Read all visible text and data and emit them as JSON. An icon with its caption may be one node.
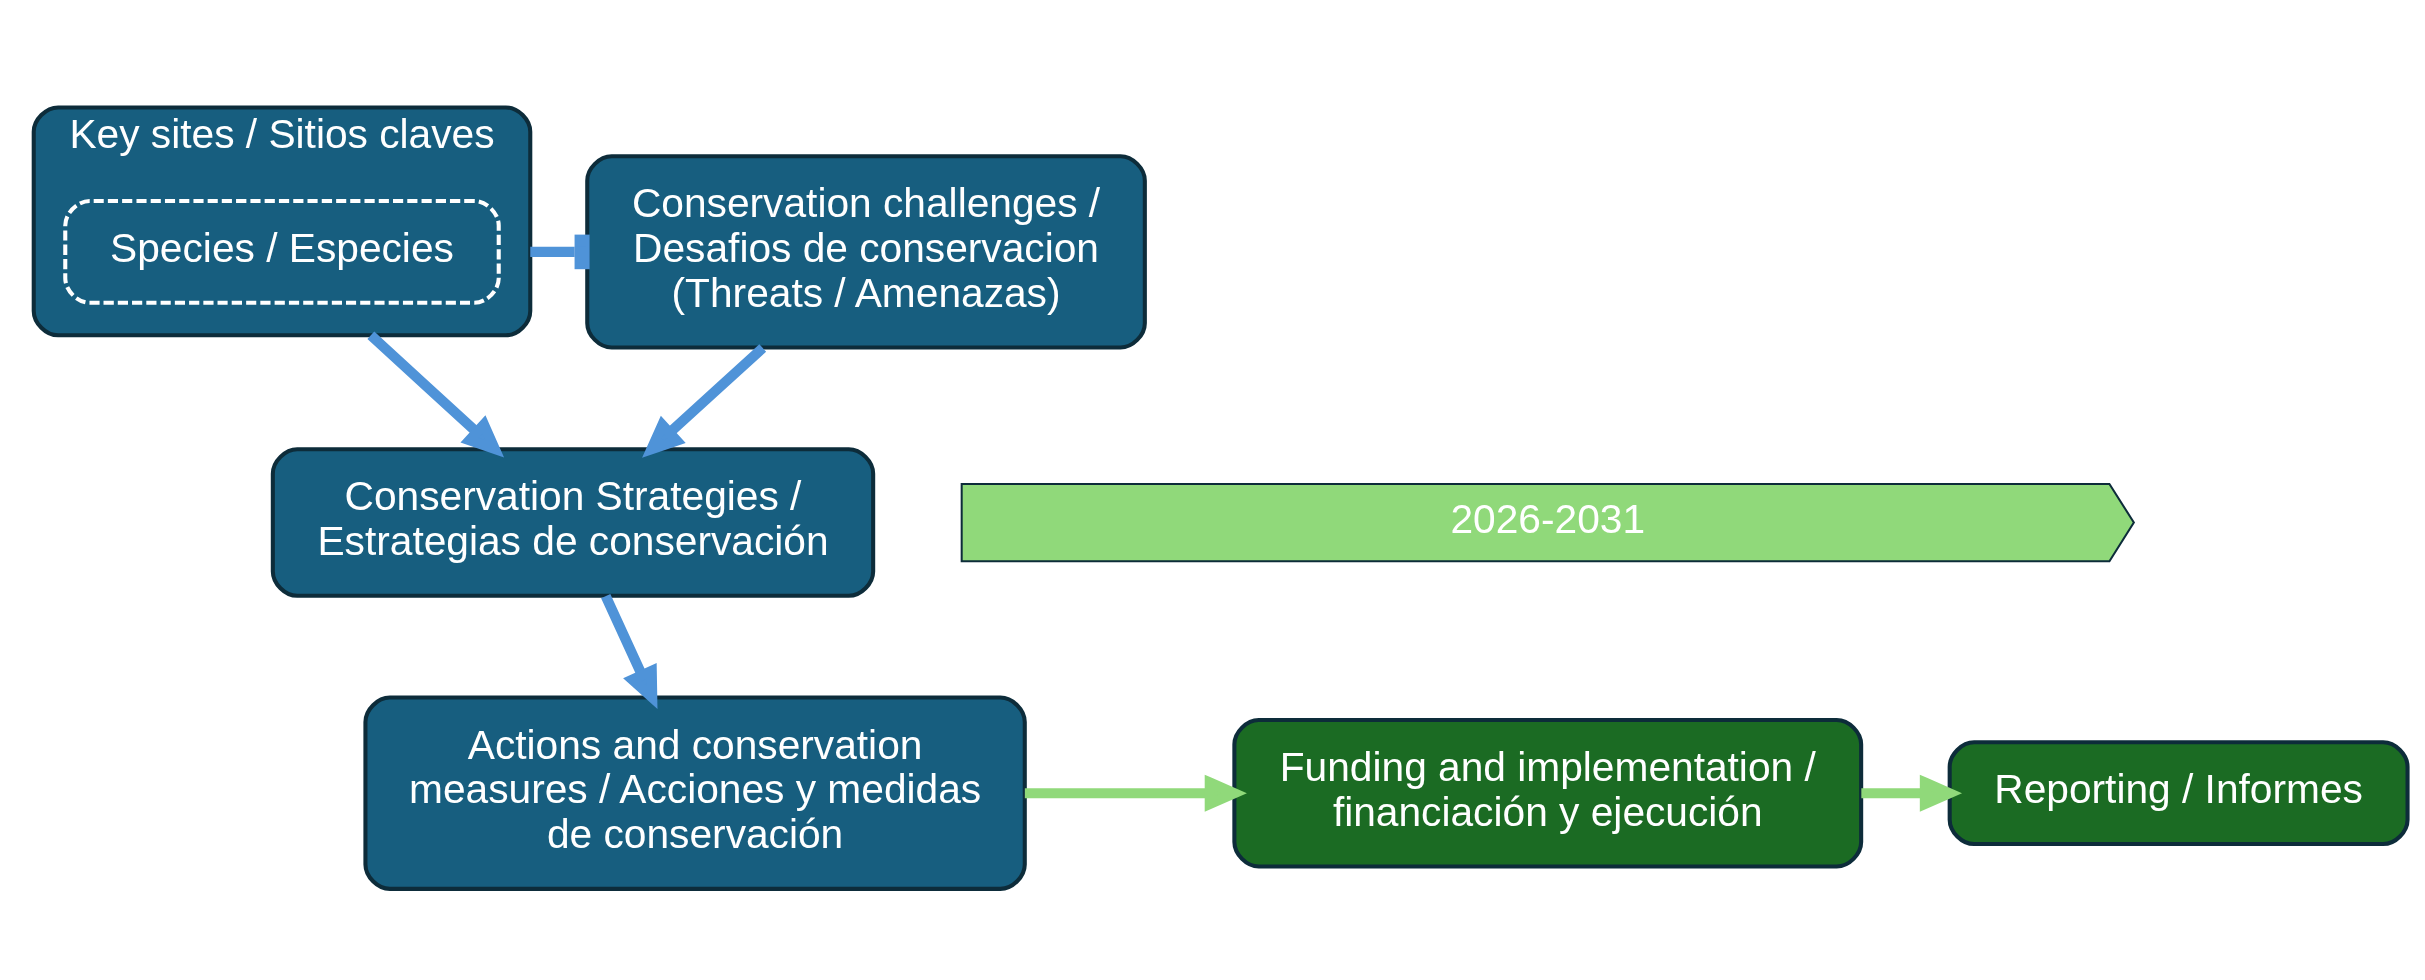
{
  "diagram": {
    "nodes": [
      {
        "text": [
          "Key sites / Sitios claves"
        ]
      },
      {
        "text": [
          "Species / Especies"
        ],
        "in": 0
      },
      {
        "text": [
          "Conservation challenges / Desafios de conservacion (Threats / Amenazas)"
        ]
      },
      {
        "text": [
          "Conservation Strategies / Estrategias de conservación"
        ]
      },
      {
        "text": [
          "Actions and conservation measures / Acciones y medidas de conservación"
        ]
      },
      {
        "text": [
          "Funding and implementation / financiación y ejecución"
        ]
      },
      {
        "text": [
          "Reporting / Informes"
        ]
      },
      {
        "text": [
          "2026-2031"
        ]
      }
    ],
    "edges": [
      {
        "from": 0,
        "to": 2,
        "arrow": "other"
      },
      {
        "from": 0,
        "to": 3,
        "arrow": "to"
      },
      {
        "from": 2,
        "to": 3,
        "arrow": "to"
      },
      {
        "from": 3,
        "to": 4,
        "arrow": "to"
      },
      {
        "from": 4,
        "to": 5,
        "arrow": "to",
        "color": "#90d97a"
      },
      {
        "from": 5,
        "to": 6,
        "arrow": "to",
        "color": "#90d97a"
      }
    ]
  }
}
